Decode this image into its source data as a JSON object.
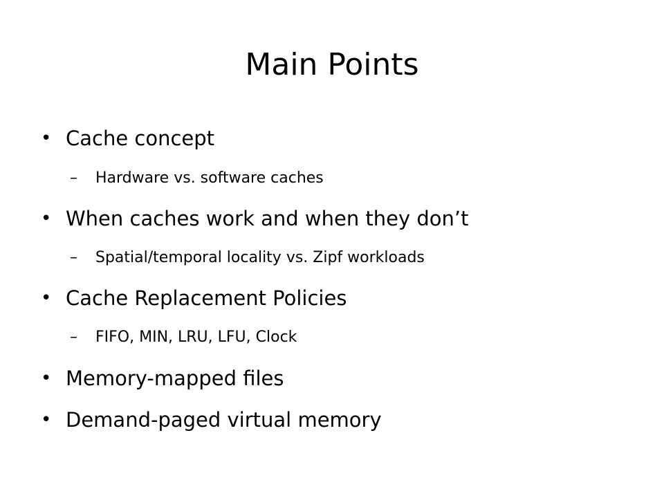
{
  "slide": {
    "title": "Main Points",
    "bullets": [
      {
        "level": 1,
        "text": "Cache concept"
      },
      {
        "level": 2,
        "text": "Hardware vs. software caches"
      },
      {
        "level": 1,
        "text": "When caches work and when they don’t"
      },
      {
        "level": 2,
        "text": "Spatial/temporal locality vs. Zipf workloads"
      },
      {
        "level": 1,
        "text": "Cache Replacement Policies"
      },
      {
        "level": 2,
        "text": "FIFO, MIN, LRU, LFU, Clock"
      },
      {
        "level": 1,
        "text": "Memory-mapped files"
      },
      {
        "level": 1,
        "text": "Demand-paged virtual memory"
      }
    ]
  }
}
